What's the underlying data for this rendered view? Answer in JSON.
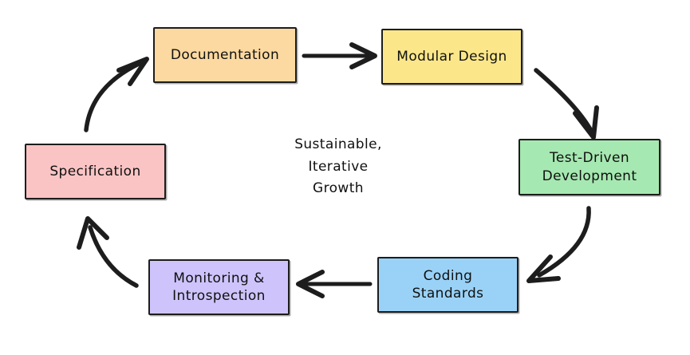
{
  "diagram": {
    "title": "Sustainable, Iterative Growth cycle",
    "center_caption": "Sustainable,\nIterative\nGrowth",
    "background_color": "#ffffff",
    "stroke_color": "#1d1d1d",
    "nodes": [
      {
        "id": "documentation",
        "label": "Documentation",
        "color": "#fcd9a0"
      },
      {
        "id": "modular",
        "label": "Modular Design",
        "color": "#fbe78a"
      },
      {
        "id": "tdd",
        "label": "Test-Driven\nDevelopment",
        "color": "#a6e8b1"
      },
      {
        "id": "coding",
        "label": "Coding\nStandards",
        "color": "#9ad2f7"
      },
      {
        "id": "monitoring",
        "label": "Monitoring &\nIntrospection",
        "color": "#cec4fb"
      },
      {
        "id": "specification",
        "label": "Specification",
        "color": "#fbc4c4"
      }
    ],
    "edges": [
      {
        "id": "doc-to-modular",
        "from": "documentation",
        "to": "modular",
        "style": "straight"
      },
      {
        "id": "modular-to-tdd",
        "from": "modular",
        "to": "tdd",
        "style": "curved"
      },
      {
        "id": "tdd-to-coding",
        "from": "tdd",
        "to": "coding",
        "style": "curved"
      },
      {
        "id": "coding-to-monitoring",
        "from": "coding",
        "to": "monitoring",
        "style": "straight"
      },
      {
        "id": "monitoring-to-spec",
        "from": "monitoring",
        "to": "specification",
        "style": "curved"
      },
      {
        "id": "spec-to-doc",
        "from": "specification",
        "to": "documentation",
        "style": "curved"
      }
    ]
  }
}
